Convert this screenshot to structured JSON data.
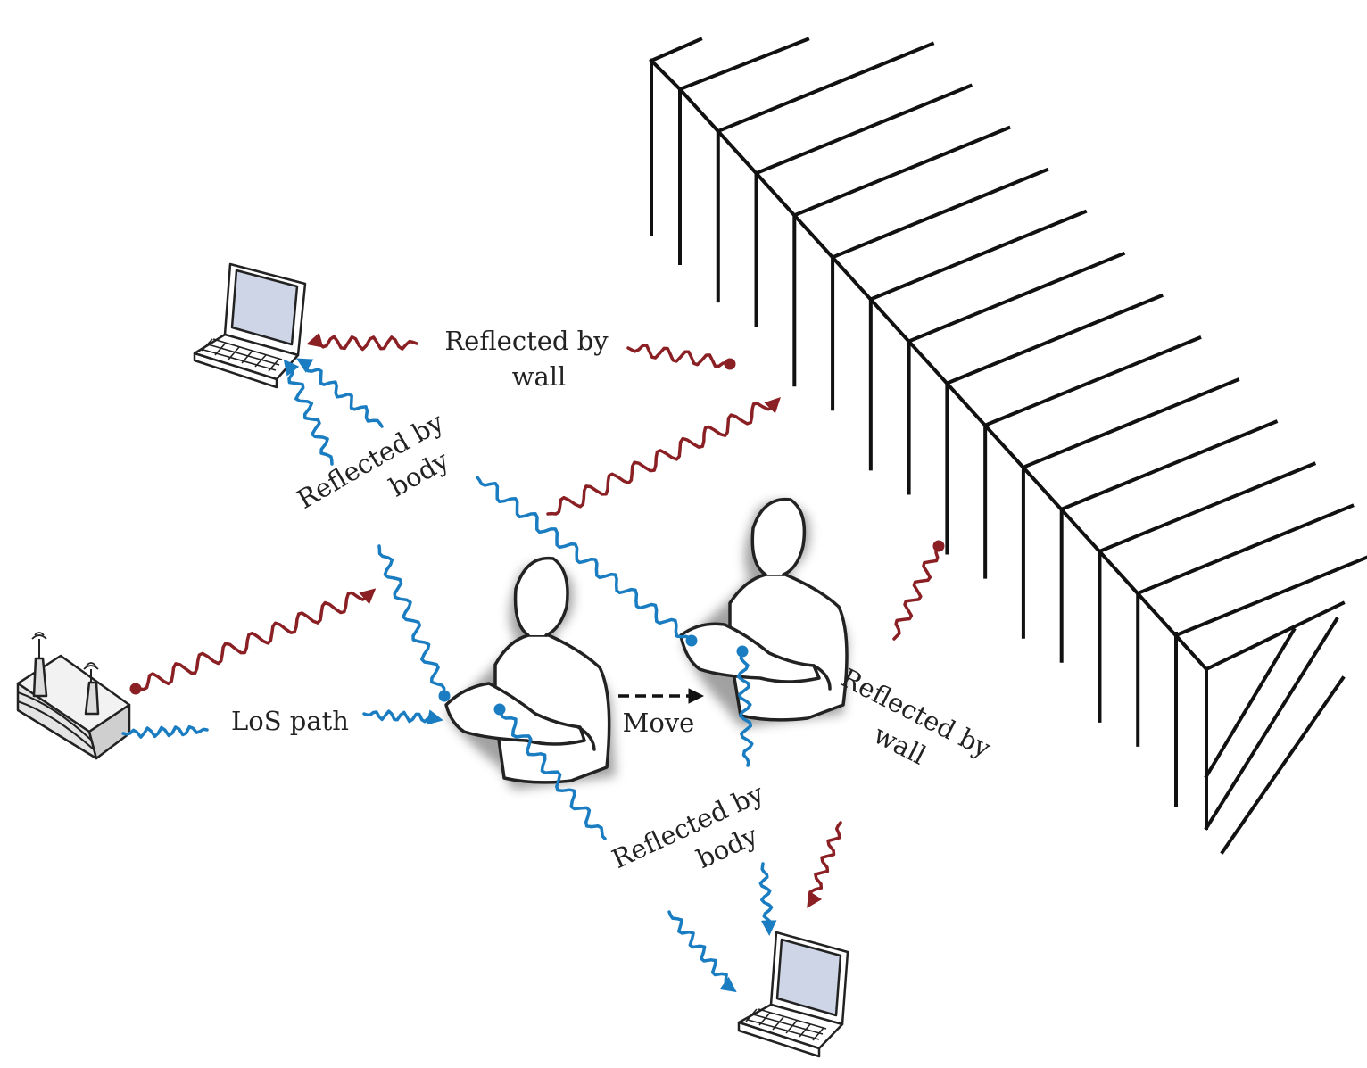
{
  "colors": {
    "wall": "#111111",
    "body_path": "#1a7cc1",
    "wall_path": "#8a1f24",
    "outline": "#222222",
    "screen": "#cdd5e6"
  },
  "labels": {
    "reflected_wall_top_1": "Reflected by",
    "reflected_wall_top_2": "wall",
    "reflected_body_left_1": "Reflected by",
    "reflected_body_left_2": "body",
    "los_path": "LoS path",
    "move": "Move",
    "reflected_wall_right_1": "Reflected by",
    "reflected_wall_right_2": "wall",
    "reflected_body_bottom_1": "Reflected by",
    "reflected_body_bottom_2": "body"
  },
  "icons": {
    "router": "wifi-router-icon",
    "laptop_top": "laptop-icon",
    "laptop_bottom": "laptop-icon",
    "person_left": "person-icon",
    "person_right": "person-icon"
  }
}
